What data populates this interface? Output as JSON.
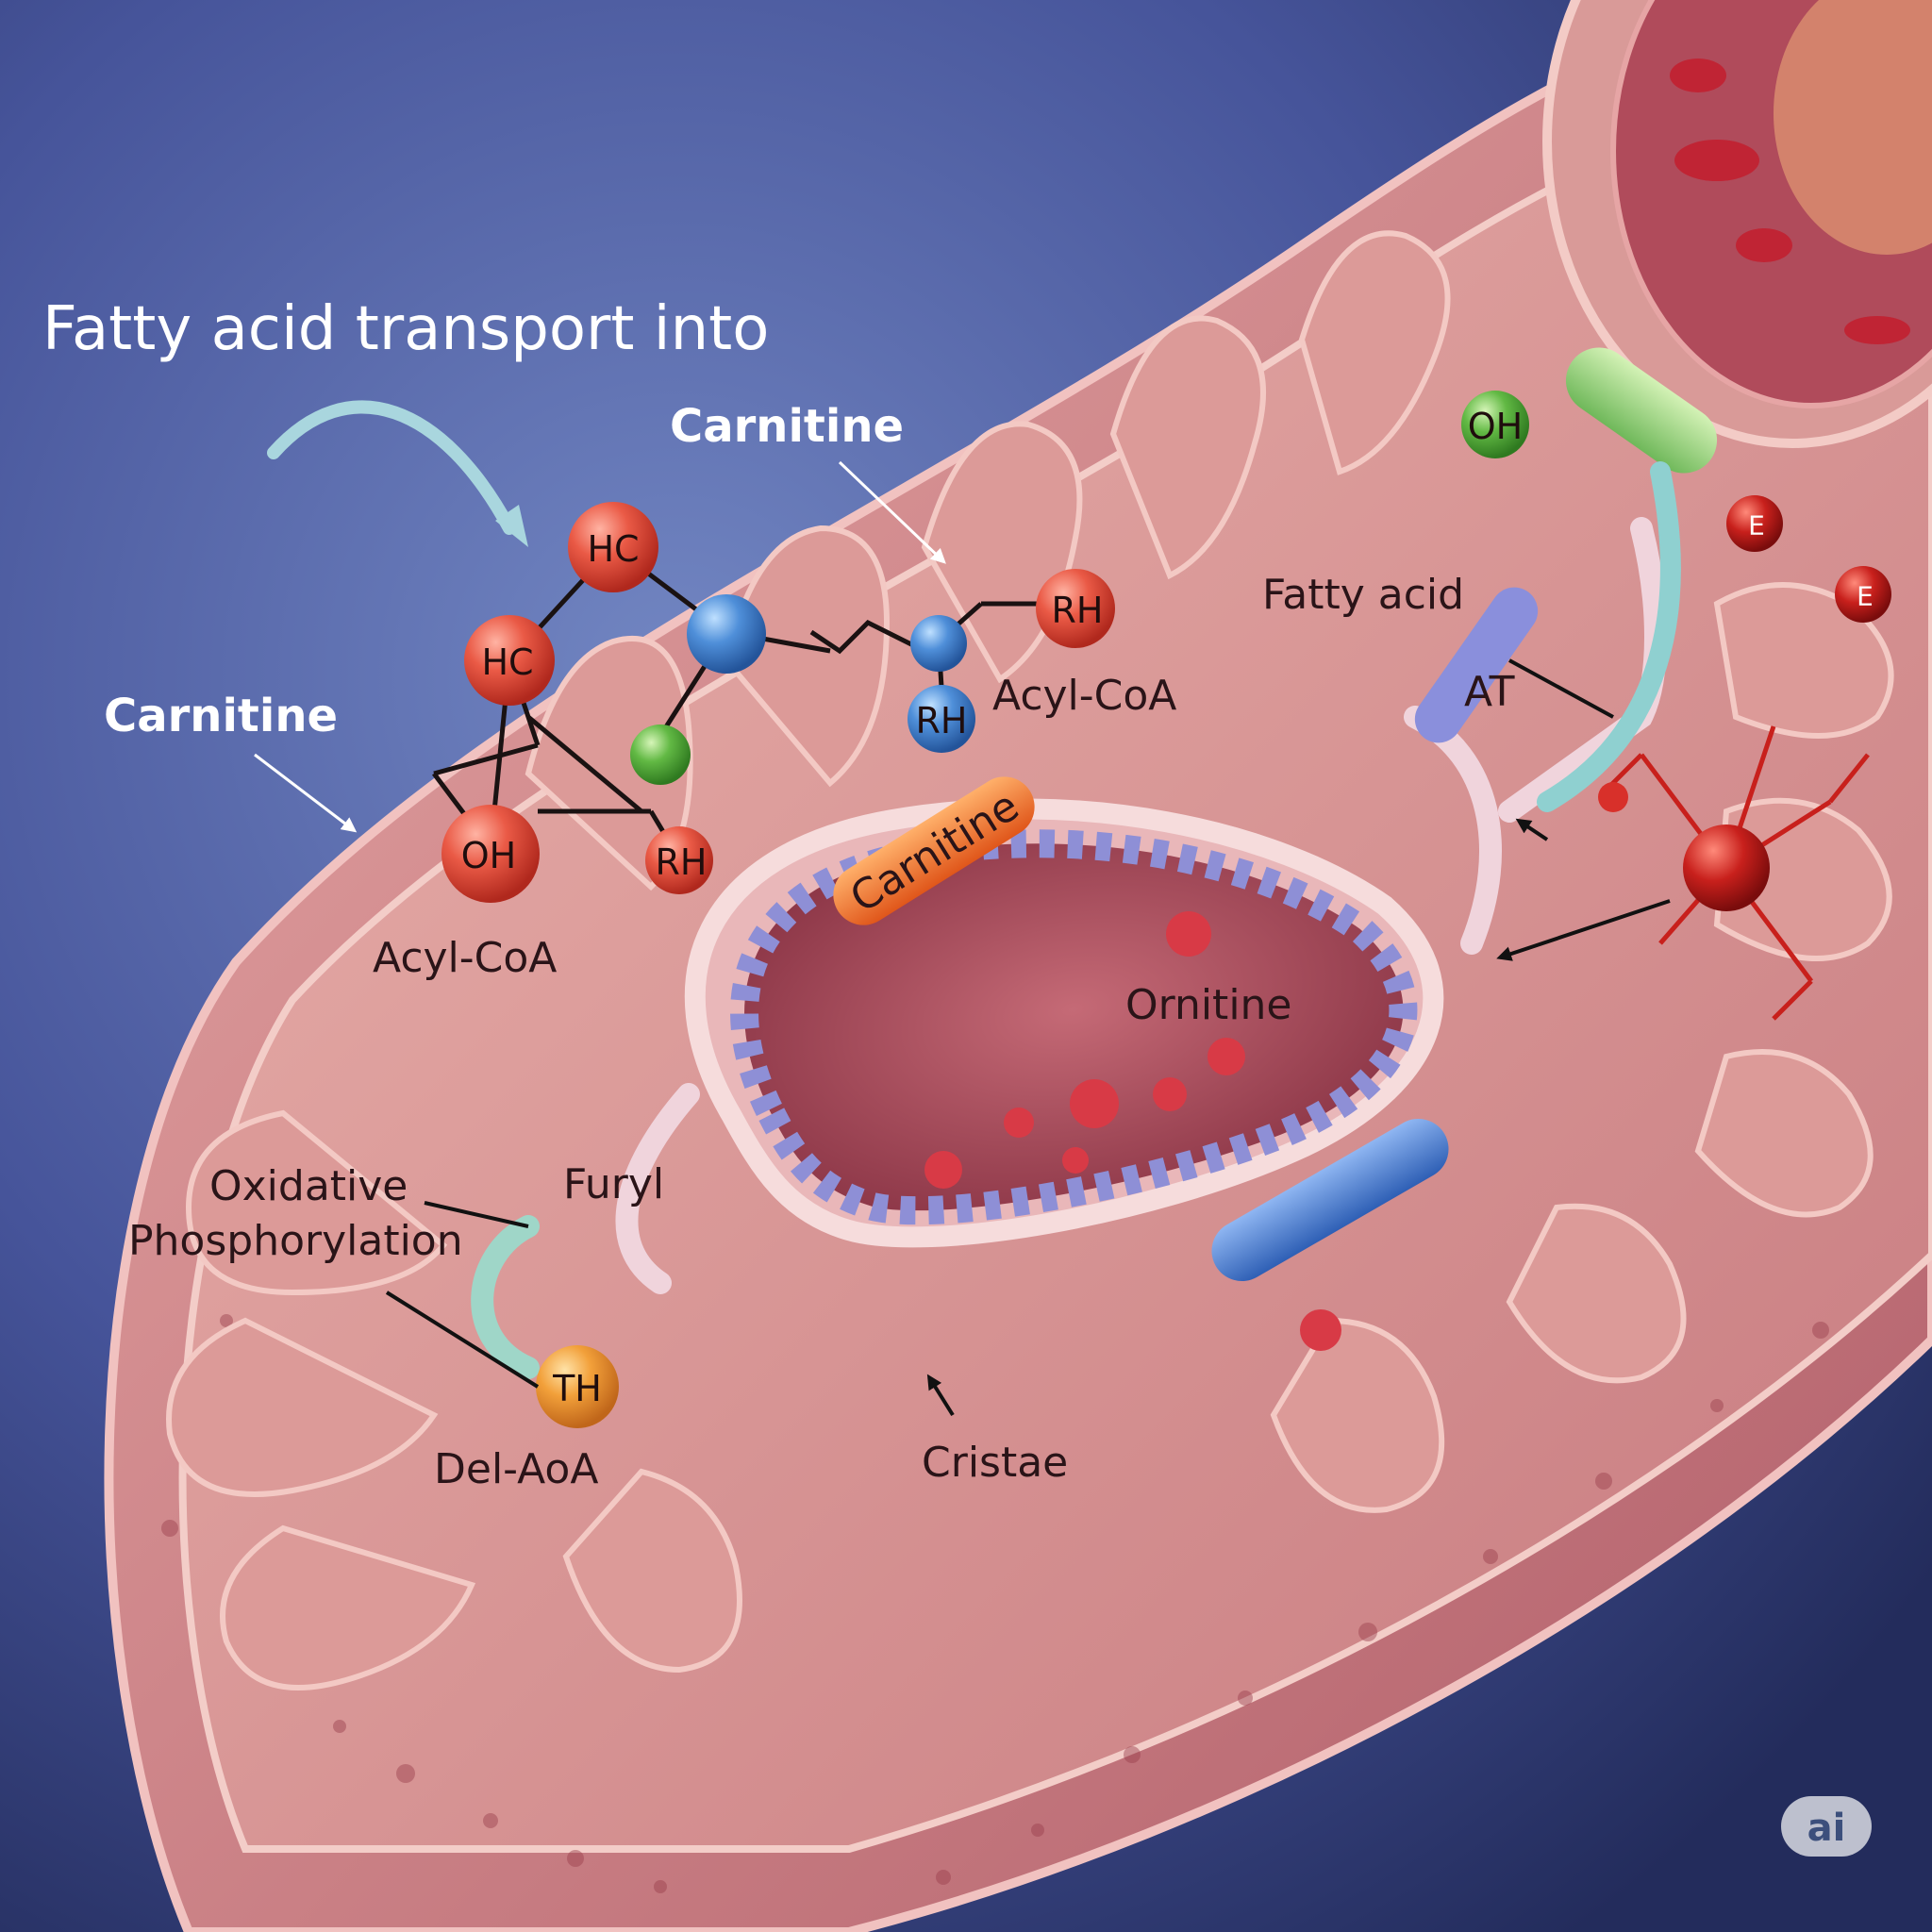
{
  "title": "Fatty acid transport into",
  "labels": {
    "carnitine_top": "Carnitine",
    "carnitine_left": "Carnitine",
    "carnitine_pill": "Carnitine",
    "acyl_coa_right": "Acyl-CoA",
    "acyl_coa_left": "Acyl-CoA",
    "fatty_acid": "Fatty acid",
    "at": "AT",
    "ornitine": "Ornitine",
    "oxidative_line1": "Oxidative",
    "oxidative_line2": "Phosphorylation",
    "furyl": "Furyl",
    "del_aoa": "Del-AoA",
    "cristae": "Cristae"
  },
  "atoms": {
    "hc_top": "HC",
    "hc_left": "HC",
    "oh_left": "OH",
    "rh_left": "RH",
    "rh_top_right": "RH",
    "rh_blue": "RH",
    "oh_green": "OH",
    "th": "TH",
    "e_upper": "E",
    "e_lower": "E"
  },
  "badge": "ai",
  "colors": {
    "background_light": "#6a7cb8",
    "background_dark": "#232c5c",
    "membrane": "#d79a9a",
    "matrix": "#a24a58",
    "cristae_inner": "#8e8fd6",
    "atom_red": "#e85a4a",
    "atom_blue": "#4f8fd9",
    "atom_green": "#62b944",
    "atom_orange": "#f2a03a",
    "carnitine_pill": "#f27a2a",
    "transporter_blue": "#4c7fd4",
    "transporter_green": "#8fd17a"
  }
}
